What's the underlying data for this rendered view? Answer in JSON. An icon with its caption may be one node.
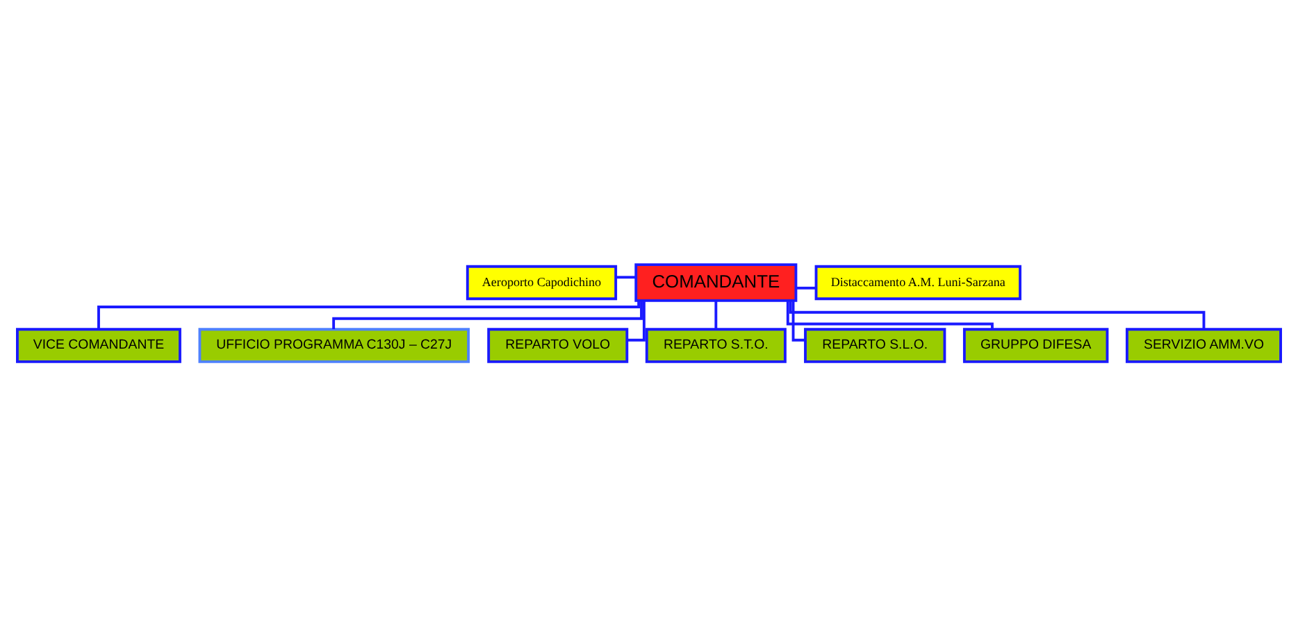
{
  "diagram": {
    "nodes": [
      {
        "text": [
          "COMANDANTE"
        ]
      },
      {
        "text": [
          "Aeroporto Capodichino"
        ]
      },
      {
        "text": [
          "Distaccamento A.M. Luni-Sarzana"
        ]
      },
      {
        "text": [
          "VICE COMANDANTE"
        ]
      },
      {
        "text": [
          "UFFICIO PROGRAMMA C130J – C27J"
        ]
      },
      {
        "text": [
          "REPARTO VOLO"
        ]
      },
      {
        "text": [
          "REPARTO S.T.O."
        ]
      },
      {
        "text": [
          "REPARTO S.L.O."
        ]
      },
      {
        "text": [
          "GRUPPO DIFESA"
        ]
      },
      {
        "text": [
          "SERVIZIO AMM.VO"
        ]
      }
    ],
    "edges": [
      {
        "from": 0,
        "to": 1,
        "arrow": "none"
      },
      {
        "from": 0,
        "to": 2,
        "arrow": "none"
      },
      {
        "from": 0,
        "to": 3,
        "arrow": "none"
      },
      {
        "from": 0,
        "to": 4,
        "arrow": "none"
      },
      {
        "from": 0,
        "to": 5,
        "arrow": "none"
      },
      {
        "from": 0,
        "to": 6,
        "arrow": "none"
      },
      {
        "from": 0,
        "to": 7,
        "arrow": "none"
      },
      {
        "from": 0,
        "to": 8,
        "arrow": "none"
      },
      {
        "from": 0,
        "to": 9,
        "arrow": "none"
      }
    ]
  }
}
